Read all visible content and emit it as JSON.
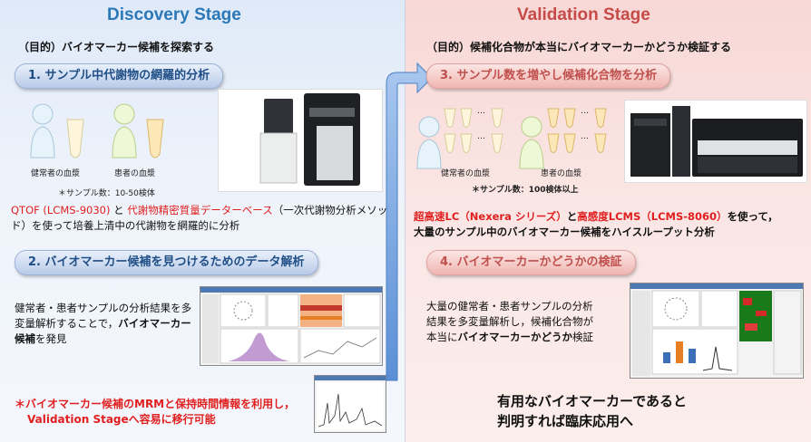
{
  "discovery": {
    "title": "Discovery Stage",
    "purpose": "（目的）バイオマーカー候補を探索する",
    "step1": "1. サンプル中代謝物の網羅的分析",
    "healthy_label": "健常者の血漿",
    "patient_label": "患者の血漿",
    "sample_count": "＊サンプル数：10-50検体",
    "desc1_part1": "QTOF (LCMS-9030)",
    "desc1_part2": " と ",
    "desc1_part3": "代謝物精密質量データーベース",
    "desc1_part4": "（一次代謝物分析メソッド）を使って培養上清中の代謝物を網羅的に分析",
    "step2": "2. バイオマーカー候補を見つけるためのデータ解析",
    "desc2_part1": "健常者・患者サンプルの分析結果を多変量解析することで，",
    "desc2_part2": "バイオマーカー候補",
    "desc2_part3": "を発見",
    "note_line1": "＊バイオマーカー候補のMRMと保持時間情報を利用し，",
    "note_line2": "Validation Stageへ容易に移行可能"
  },
  "validation": {
    "title": "Validation Stage",
    "purpose": "（目的）候補化合物が本当にバイオマーカーかどうか検証する",
    "step3": "3. サンプル数を増やし候補化合物を分析",
    "healthy_label": "健常者の血漿",
    "patient_label": "患者の血漿",
    "sample_count": "＊サンプル数：100検体以上",
    "desc3_part1": "超高速LC（Nexera シリーズ）",
    "desc3_part2": "と",
    "desc3_part3": "高感度LCMS（LCMS-8060）",
    "desc3_part4": "を使って，",
    "desc3_line2": "大量のサンプル中のバイオマーカー候補をハイスループット分析",
    "step4": "4. バイオマーカーかどうかの検証",
    "desc4_part1": "大量の健常者・患者サンプルの分析結果を多変量解析し，候補化合物が本当に",
    "desc4_part2": "バイオマーカーかどうか",
    "desc4_part3": "検証",
    "conclusion_line1": "有用なバイオマーカーであると",
    "conclusion_line2": "判明すれば臨床応用へ"
  },
  "ellipsis": "…",
  "colors": {
    "blue_title": "#2b78b8",
    "red_title": "#c64b48",
    "emphasis_red": "#e02020"
  }
}
